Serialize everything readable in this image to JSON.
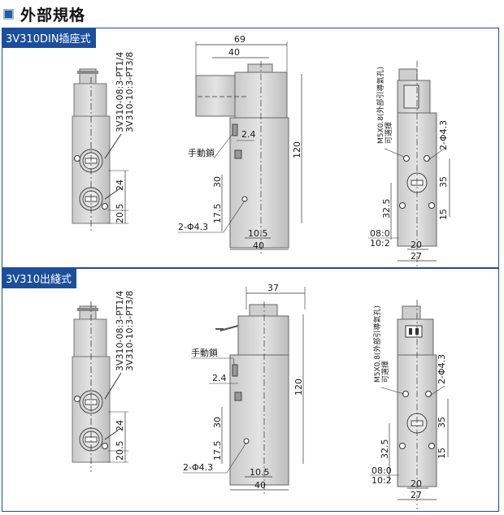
{
  "heading": {
    "title": "外部規格"
  },
  "panels": [
    {
      "tag": "3V310DIN插座式",
      "port_label_1": "3V310-08:3-PT1/4",
      "port_label_2": "3V310-10:3-PT3/8",
      "dims": {
        "d69": "69",
        "d40_top": "40",
        "d2_4": "2.4",
        "manual": "手動鎖",
        "d30": "30",
        "d17_5": "17.5",
        "d2_phi": "2-Φ4.3",
        "d10_5": "10.5",
        "d40_bot": "40",
        "d120": "120",
        "d24": "24",
        "d20_5": "20.5",
        "m5": "M5X0.8(外部引導氣孔)",
        "m5b": "可選擇",
        "phi_right": "2-Φ4.3",
        "d35": "35",
        "d32_5": "32.5",
        "d15": "15",
        "d08": "08:0",
        "d10": "10:2",
        "d20": "20",
        "d27": "27"
      }
    },
    {
      "tag": "3V310出綫式",
      "port_label_1": "3V310-08:3-PT1/4",
      "port_label_2": "3V310-10:3-PT3/8",
      "dims": {
        "d37": "37",
        "d2_4": "2.4",
        "manual": "手動鎖",
        "d30": "30",
        "d17_5": "17.5",
        "d2_phi": "2-Φ4.3",
        "d10_5": "10.5",
        "d40_bot": "40",
        "d120": "120",
        "d24": "24",
        "d20_5": "20.5",
        "m5": "M5X0.8(外部引導氣孔)",
        "m5b": "可選擇",
        "phi_right": "2-Φ4.3",
        "d35": "35",
        "d32_5": "32.5",
        "d15": "15",
        "d08": "08:0",
        "d10": "10:2",
        "d20": "20",
        "d27": "27"
      }
    }
  ]
}
